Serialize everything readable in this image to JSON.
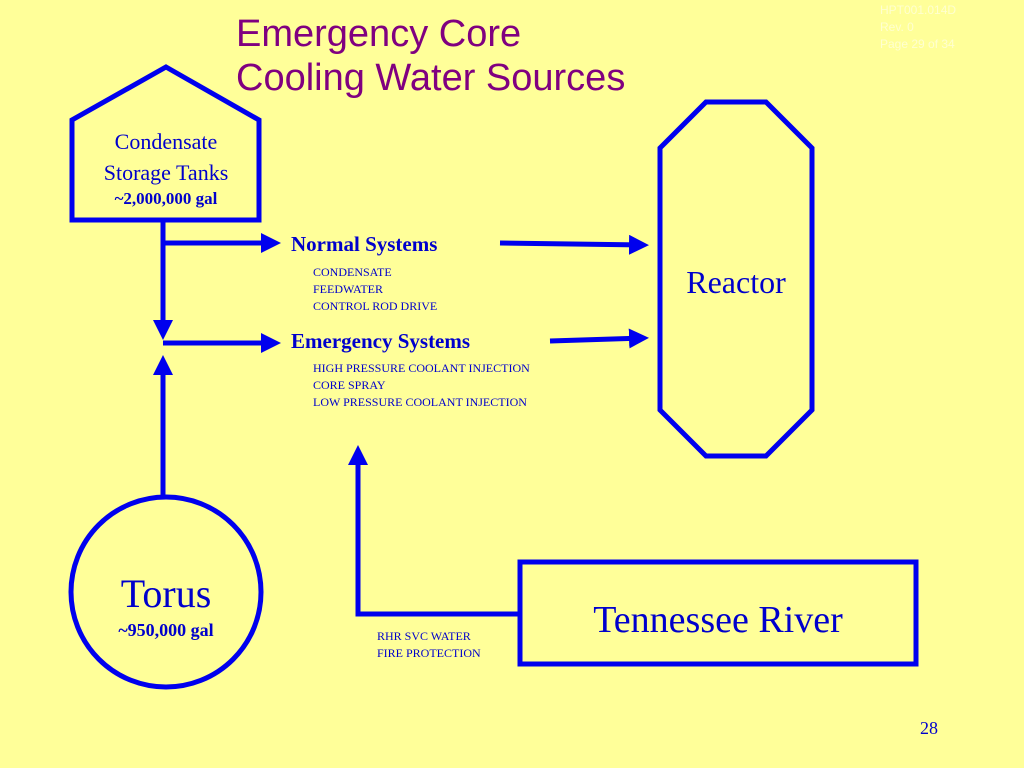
{
  "title": {
    "line1": "Emergency Core",
    "line2": "Cooling Water Sources"
  },
  "doc_meta": {
    "doc_id": "HPT001.014D",
    "revision": "Rev. 0",
    "page": "Page 29 of 34"
  },
  "tank": {
    "line1": "Condensate",
    "line2": "Storage Tanks",
    "volume": "~2,000,000 gal"
  },
  "normal_systems": {
    "heading": "Normal Systems",
    "items": [
      "CONDENSATE",
      "FEEDWATER",
      "CONTROL ROD DRIVE"
    ]
  },
  "emergency_systems": {
    "heading": "Emergency Systems",
    "items": [
      "HIGH PRESSURE COOLANT INJECTION",
      "CORE SPRAY",
      "LOW PRESSURE COOLANT INJECTION"
    ]
  },
  "reactor": {
    "label": "Reactor"
  },
  "torus": {
    "label": "Torus",
    "volume": "~950,000 gal"
  },
  "river": {
    "label": "Tennessee River",
    "items": [
      "RHR SVC WATER",
      "FIRE PROTECTION"
    ]
  },
  "slide_number": "28",
  "colors": {
    "background": "#FFFF99",
    "line": "#0000EE",
    "title": "#800080",
    "text": "#0000CC"
  }
}
